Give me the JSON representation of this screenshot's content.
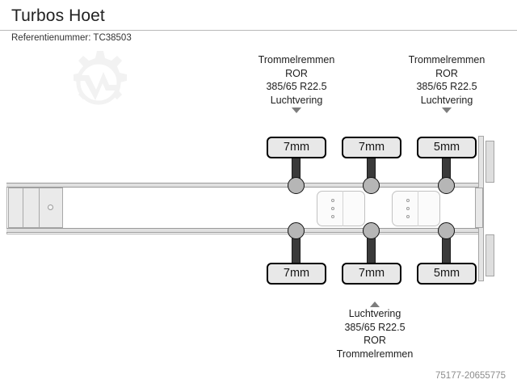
{
  "header": {
    "title": "Turbos Hoet",
    "reference_label": "Referentienummer: TC38503"
  },
  "watermark": {
    "icon": "gear-waveform-watermark",
    "color": "#f2f2f2"
  },
  "annotations": {
    "top_left": {
      "lines": [
        "Trommelremmen",
        "ROR",
        "385/65 R22.5",
        "Luchtvering"
      ],
      "caret": "caret-down-icon"
    },
    "top_right": {
      "lines": [
        "Trommelremmen",
        "ROR",
        "385/65 R22.5",
        "Luchtvering"
      ],
      "caret": "caret-down-icon"
    },
    "bottom": {
      "lines": [
        "Luchtvering",
        "385/65 R22.5",
        "ROR",
        "Trommelremmen"
      ],
      "caret": "caret-up-icon"
    }
  },
  "tyre_badges": {
    "top": [
      {
        "value": "7mm",
        "axle": 1
      },
      {
        "value": "7mm",
        "axle": 2
      },
      {
        "value": "5mm",
        "axle": 3
      }
    ],
    "bottom": [
      {
        "value": "7mm",
        "axle": 1
      },
      {
        "value": "7mm",
        "axle": 2
      },
      {
        "value": "5mm",
        "axle": 3
      }
    ]
  },
  "diagram": {
    "type": "semi-trailer-top-view",
    "axle_count": 3,
    "accent_dark": "#3a3a3a",
    "hub_color": "#b6b6b6",
    "rail_color": "#e0e0e0"
  },
  "footer": {
    "listing_id": "75177-20655775"
  }
}
